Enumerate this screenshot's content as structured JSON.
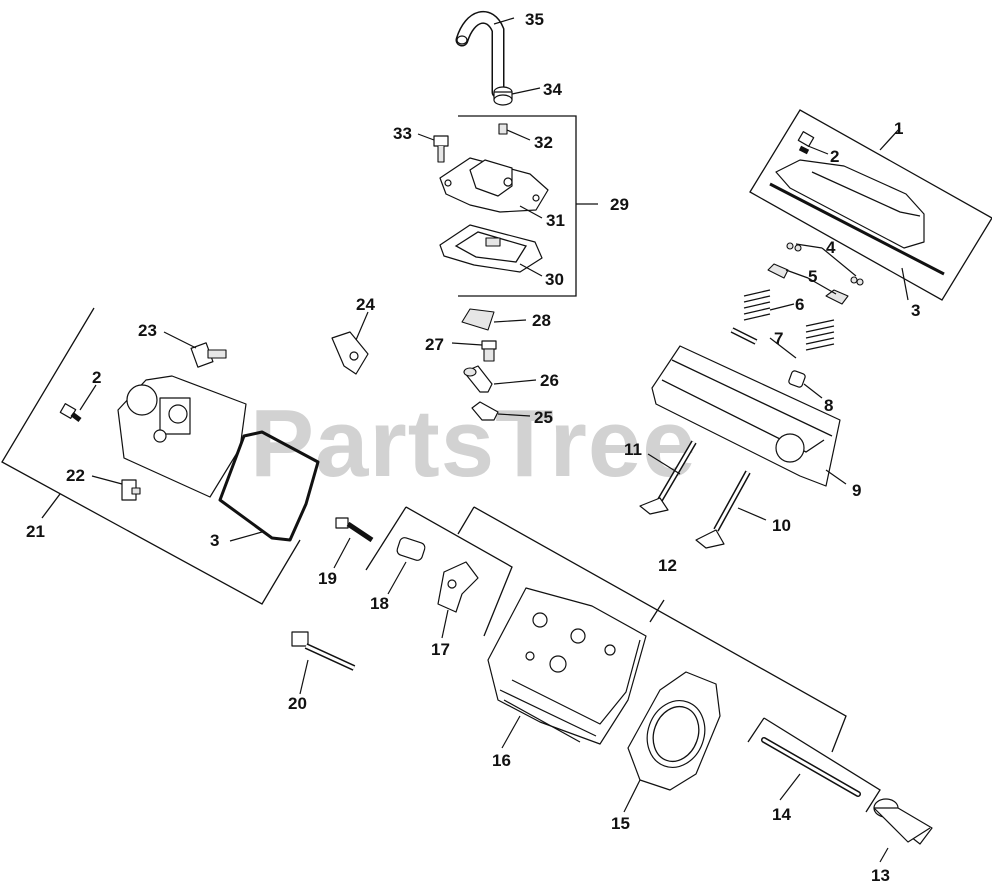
{
  "watermark": "PartsTree",
  "callouts": [
    "1",
    "2",
    "2",
    "3",
    "3",
    "4",
    "5",
    "6",
    "7",
    "8",
    "9",
    "10",
    "11",
    "12",
    "13",
    "14",
    "15",
    "16",
    "17",
    "18",
    "19",
    "20",
    "21",
    "22",
    "23",
    "24",
    "25",
    "26",
    "27",
    "28",
    "29",
    "30",
    "31",
    "32",
    "33",
    "34",
    "35"
  ]
}
